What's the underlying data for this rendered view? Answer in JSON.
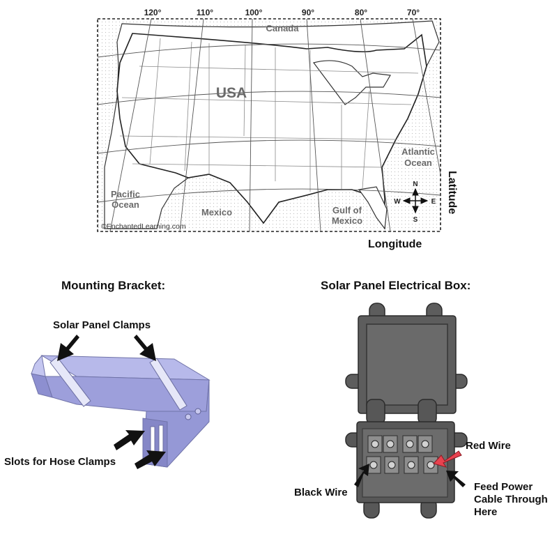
{
  "map": {
    "longitudes": [
      "120°",
      "110°",
      "100°",
      "90°",
      "80°",
      "70°"
    ],
    "country_label": "USA",
    "neighbors": {
      "north": "Canada",
      "south": "Mexico"
    },
    "water": {
      "pacific": [
        "Pacific",
        "Ocean"
      ],
      "atlantic": [
        "Atlantic",
        "Ocean"
      ],
      "gulf": [
        "Gulf of",
        "Mexico"
      ]
    },
    "compass": {
      "n": "N",
      "s": "S",
      "e": "E",
      "w": "W"
    },
    "credit": "©EnchantedLearning.com",
    "latitude_label": "Latitude",
    "longitude_label": "Longitude"
  },
  "bracket": {
    "heading": "Mounting Bracket:",
    "clamps_label": "Solar Panel Clamps",
    "slots_label": "Slots for Hose Clamps"
  },
  "box": {
    "heading": "Solar Panel Electrical Box:",
    "red_wire_label": "Red Wire",
    "black_wire_label": "Black Wire",
    "feed_label": [
      "Feed Power",
      "Cable Through",
      "Here"
    ]
  },
  "colors": {
    "bracket": "#a6a9e0",
    "box": "#5b5b5b",
    "red_arrow": "#e8424f",
    "arrow": "#111111"
  }
}
